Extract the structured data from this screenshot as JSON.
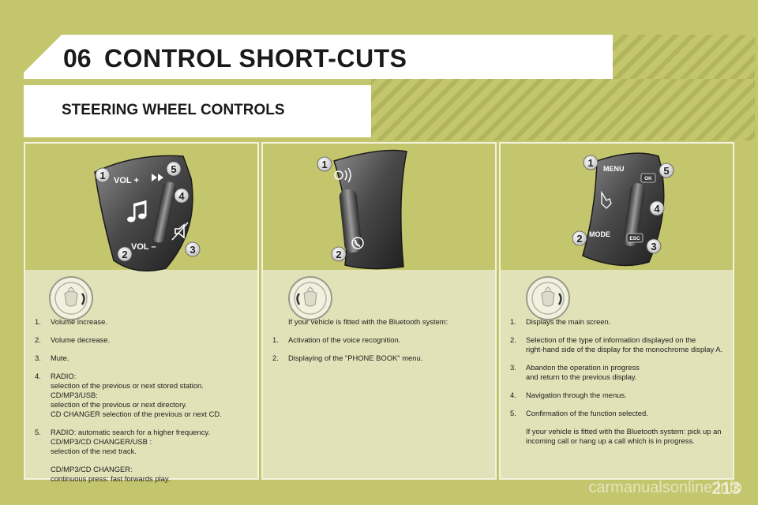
{
  "header": {
    "chapter_number": "06",
    "chapter_title": "CONTROL SHORT-CUTS",
    "section_title": "STEERING WHEEL CONTROLS"
  },
  "panel1": {
    "labels": {
      "vol_plus": "VOL +",
      "vol_minus": "VOL –"
    },
    "callouts": [
      "1",
      "2",
      "3",
      "4",
      "5"
    ],
    "items": [
      {
        "num": "1.",
        "lines": [
          "Volume increase."
        ]
      },
      {
        "num": "2.",
        "lines": [
          "Volume decrease."
        ]
      },
      {
        "num": "3.",
        "lines": [
          "Mute."
        ]
      },
      {
        "num": "4.",
        "lines": [
          "RADIO:",
          "selection of the previous or next stored station.",
          "CD/MP3/USB:",
          "selection of the previous or next directory.",
          "CD CHANGER selection of the previous or next CD."
        ]
      },
      {
        "num": "5.",
        "lines": [
          "RADIO: automatic search for a higher frequency.",
          "CD/MP3/CD CHANGER/USB :",
          "selection of the next track."
        ],
        "extra": [
          "CD/MP3/CD CHANGER:",
          "continuous press: fast forwards play."
        ]
      }
    ]
  },
  "panel2": {
    "callouts": [
      "1",
      "2"
    ],
    "intro": "If your vehicle is fitted with the Bluetooth system:",
    "items": [
      {
        "num": "1.",
        "lines": [
          "Activation of the voice recognition."
        ]
      },
      {
        "num": "2.",
        "lines": [
          "Displaying of the \"PHONE BOOK\" menu."
        ]
      }
    ]
  },
  "panel3": {
    "labels": {
      "menu": "MENU",
      "mode": "MODE",
      "ok": "OK",
      "esc": "ESC"
    },
    "callouts": [
      "1",
      "2",
      "3",
      "4",
      "5"
    ],
    "items": [
      {
        "num": "1.",
        "lines": [
          "Displays the main screen."
        ]
      },
      {
        "num": "2.",
        "lines": [
          "Selection of the type of information displayed on the",
          "right-hand side of the display for the monochrome display A."
        ]
      },
      {
        "num": "3.",
        "lines": [
          "Abandon the operation in progress",
          "and return to the previous display."
        ]
      },
      {
        "num": "4.",
        "lines": [
          "Navigation through the menus."
        ]
      },
      {
        "num": "5.",
        "lines": [
          "Confirmation of the function selected."
        ],
        "extra": [
          "If your vehicle is fitted with the Bluetooth system: pick up an",
          "incoming call or hang up a call which is in progress."
        ]
      }
    ]
  },
  "footer": {
    "page_number": "213",
    "watermark": "carmanualsonline.info"
  }
}
